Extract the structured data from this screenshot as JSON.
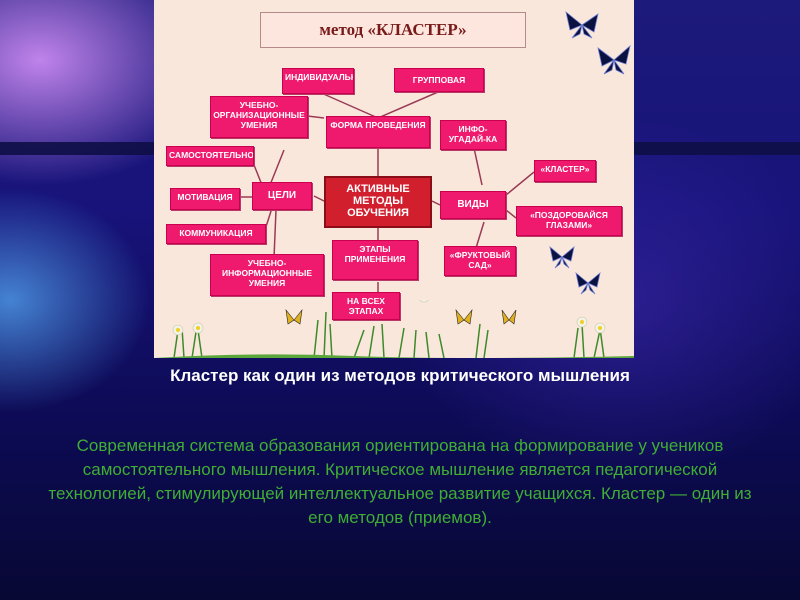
{
  "diagram": {
    "title": "метод «КЛАСТЕР»",
    "center": "АКТИВНЫЕ МЕТОДЫ ОБУЧЕНИЯ",
    "nodes": {
      "individual": "ИНДИВИДУАЛЬНАЯ",
      "group": "ГРУППОВАЯ",
      "form": "ФОРМА ПРОВЕДЕНИЯ",
      "org_skills": "УЧЕБНО-ОРГАНИЗАЦИОННЫЕ УМЕНИЯ",
      "independence": "САМОСТОЯТЕЛЬНОСТЬ",
      "motivation": "МОТИВАЦИЯ",
      "goals": "ЦЕЛИ",
      "communication": "КОММУНИКАЦИЯ",
      "info_skills": "УЧЕБНО-ИНФОРМАЦИОННЫЕ УМЕНИЯ",
      "info_guess": "ИНФО-УГАДАЙ-КА",
      "cluster": "«КЛАСТЕР»",
      "types": "ВИДЫ",
      "greet": "«ПОЗДОРОВАЙСЯ ГЛАЗАМИ»",
      "fruit": "«ФРУКТОВЫЙ САД»",
      "stages": "ЭТАПЫ ПРИМЕНЕНИЯ",
      "all_stages": "НА ВСЕХ ЭТАПАХ"
    }
  },
  "caption": "Кластер как один из методов критического мышления",
  "body": "Современная система образования ориентирована на формирование у учеников самостоятельного мышления. Критическое мышление является педагогической технологией, стимулирующей интеллектуальное развитие учащихся. Кластер — один из его методов (приемов).",
  "colors": {
    "node": "#ef1a6e",
    "center": "#d21f2e",
    "caption": "#ffffff",
    "body": "#3fae33"
  }
}
